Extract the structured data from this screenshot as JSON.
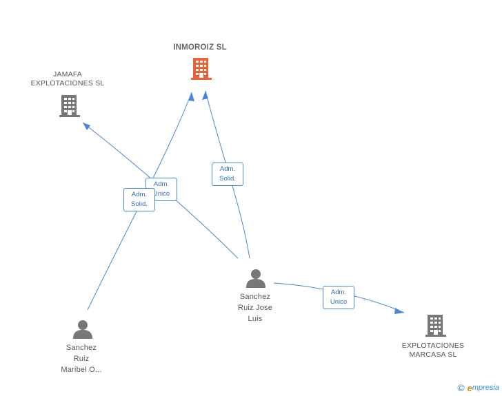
{
  "nodes": {
    "inmoroiz": {
      "label": "INMOROIZ SL",
      "color": "#e8633a",
      "icon": "building-icon"
    },
    "jamafa": {
      "label_lines": [
        "JAMAFA",
        "EXPLOTACIONES SL"
      ],
      "color": "#777777",
      "icon": "building-icon"
    },
    "marcasa": {
      "label_lines": [
        "EXPLOTACIONES",
        "MARCASA SL"
      ],
      "color": "#777777",
      "icon": "building-icon"
    },
    "sanchez_jose": {
      "label_lines": [
        "Sanchez",
        "Ruiz Jose",
        "Luis"
      ],
      "color": "#777777",
      "icon": "person-icon"
    },
    "sanchez_maribel": {
      "label_lines": [
        "Sanchez",
        "Ruiz",
        "Maribel O..."
      ],
      "color": "#777777",
      "icon": "person-icon"
    }
  },
  "edges": [
    {
      "id": "jose-inmoroiz",
      "lines": [
        "Adm.",
        "Solid."
      ]
    },
    {
      "id": "jose-jamafa",
      "lines": [
        "Adm.",
        "Unico"
      ]
    },
    {
      "id": "maribel-inmoroiz",
      "lines": [
        "Adm.",
        "Solid."
      ]
    },
    {
      "id": "jose-marcasa",
      "lines": [
        "Adm.",
        "Unico"
      ]
    }
  ],
  "edge_color": "#4a86d4",
  "footer": {
    "copyright": "©",
    "brand_initial": "e",
    "brand_rest": "mpresia"
  }
}
